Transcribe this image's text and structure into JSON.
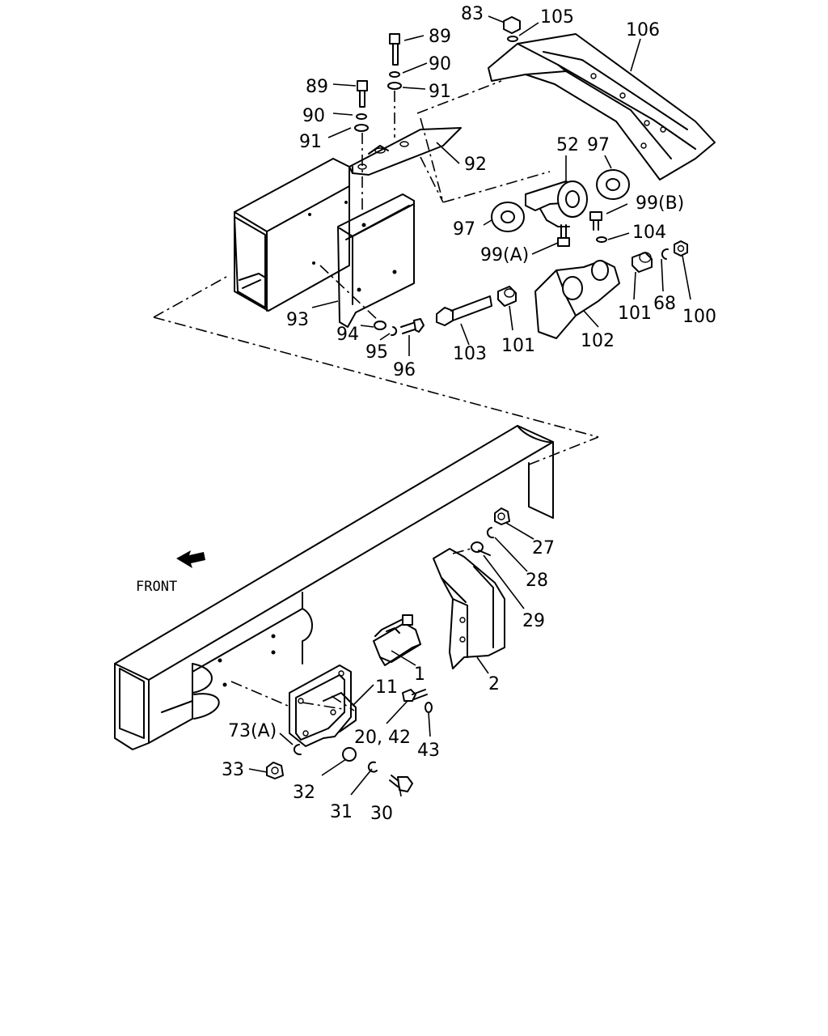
{
  "front_label": "FRONT",
  "callouts": [
    {
      "id": "c83",
      "text": "83"
    },
    {
      "id": "c105",
      "text": "105"
    },
    {
      "id": "c106",
      "text": "106"
    },
    {
      "id": "c89a",
      "text": "89"
    },
    {
      "id": "c90a",
      "text": "90"
    },
    {
      "id": "c91a",
      "text": "91"
    },
    {
      "id": "c89b",
      "text": "89"
    },
    {
      "id": "c90b",
      "text": "90"
    },
    {
      "id": "c91b",
      "text": "91"
    },
    {
      "id": "c92",
      "text": "92"
    },
    {
      "id": "c52",
      "text": "52"
    },
    {
      "id": "c97a",
      "text": "97"
    },
    {
      "id": "c99b",
      "text": "99(B)"
    },
    {
      "id": "c97b",
      "text": "97"
    },
    {
      "id": "c104",
      "text": "104"
    },
    {
      "id": "c99a",
      "text": "99(A)"
    },
    {
      "id": "c93",
      "text": "93"
    },
    {
      "id": "c94",
      "text": "94"
    },
    {
      "id": "c95",
      "text": "95"
    },
    {
      "id": "c96",
      "text": "96"
    },
    {
      "id": "c103",
      "text": "103"
    },
    {
      "id": "c101a",
      "text": "101"
    },
    {
      "id": "c102",
      "text": "102"
    },
    {
      "id": "c101b",
      "text": "101"
    },
    {
      "id": "c68",
      "text": "68"
    },
    {
      "id": "c100",
      "text": "100"
    },
    {
      "id": "c27",
      "text": "27"
    },
    {
      "id": "c28",
      "text": "28"
    },
    {
      "id": "c29",
      "text": "29"
    },
    {
      "id": "c1",
      "text": "1"
    },
    {
      "id": "c2",
      "text": "2"
    },
    {
      "id": "c11",
      "text": "11"
    },
    {
      "id": "c73a",
      "text": "73(A)"
    },
    {
      "id": "c2042",
      "text": "20, 42"
    },
    {
      "id": "c43",
      "text": "43"
    },
    {
      "id": "c33",
      "text": "33"
    },
    {
      "id": "c32",
      "text": "32"
    },
    {
      "id": "c31",
      "text": "31"
    },
    {
      "id": "c30",
      "text": "30"
    }
  ]
}
